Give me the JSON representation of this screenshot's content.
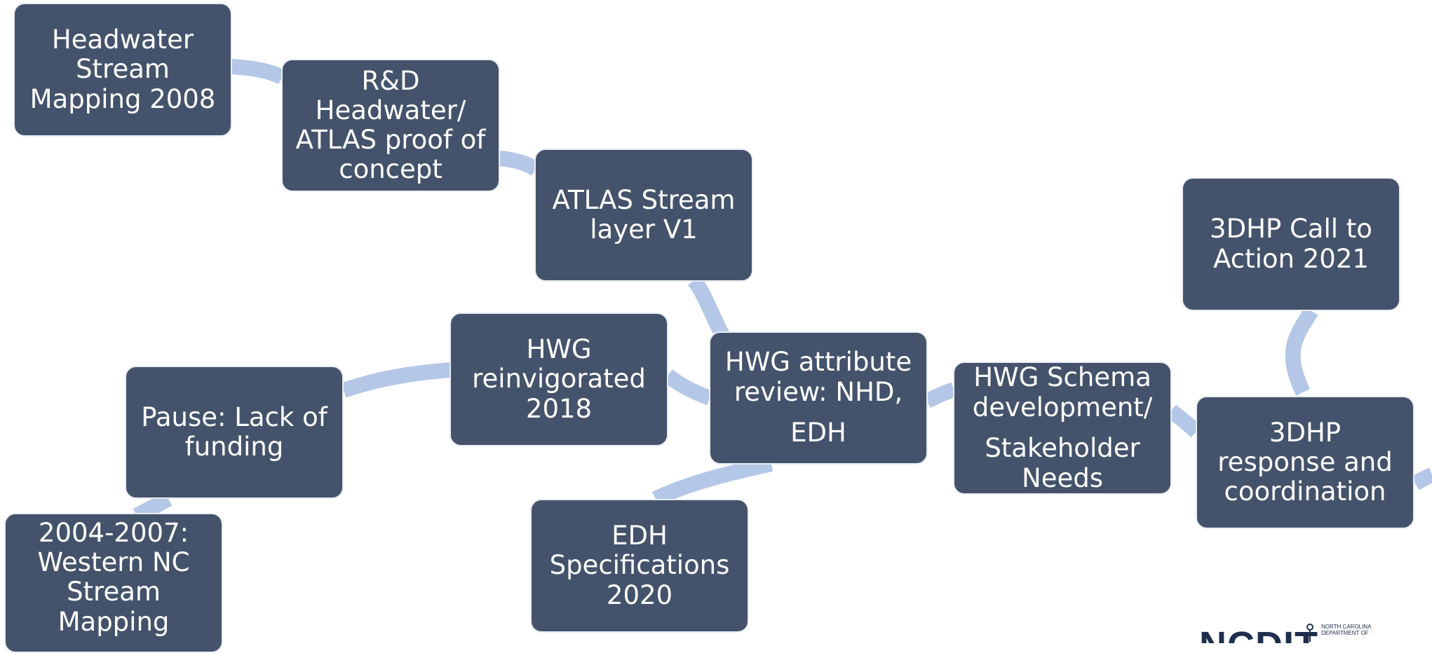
{
  "colors": {
    "box_fill": "#44536b",
    "box_border": "#e9edf3",
    "connector": "#b4c7e7",
    "text": "#ffffff"
  },
  "nodes": {
    "n1": [
      "Headwater",
      "Stream",
      "Mapping 2008"
    ],
    "n2": [
      "R&D",
      "Headwater/",
      "ATLAS proof of",
      "concept"
    ],
    "n3": [
      "ATLAS Stream",
      "layer V1"
    ],
    "n4": [
      "HWG",
      "reinvigorated",
      "2018"
    ],
    "n5": [
      "HWG attribute",
      "review: NHD,",
      "EDH"
    ],
    "n6": [
      "HWG Schema",
      "development/",
      "Stakeholder",
      "Needs"
    ],
    "n7": [
      "3DHP Call to",
      "Action 2021"
    ],
    "n8": [
      "3DHP",
      "response and",
      "coordination"
    ],
    "n9": [
      "Pause: Lack of",
      "funding"
    ],
    "n10": [
      "2004-2007:",
      "Western NC",
      "Stream",
      "Mapping"
    ],
    "n11": [
      "EDH",
      "Specifications",
      "2020"
    ]
  },
  "logo": {
    "wordmark": "NCDIT",
    "org_lines": [
      "NORTH CAROLINA",
      "DEPARTMENT OF"
    ]
  }
}
